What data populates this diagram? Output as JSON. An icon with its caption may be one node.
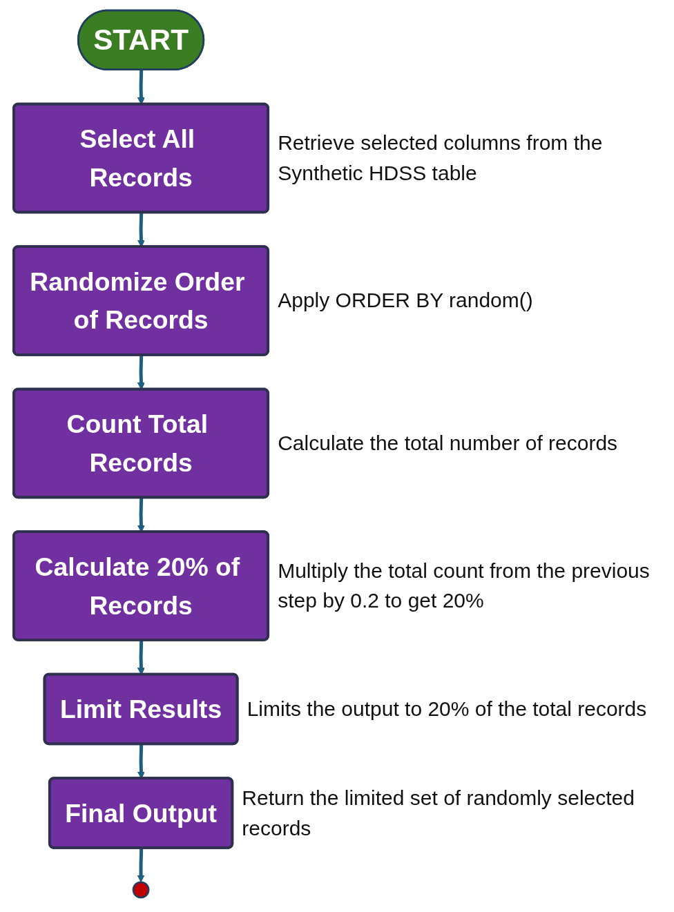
{
  "diagram": {
    "nodes": [
      {
        "text": [
          "START"
        ]
      },
      {
        "text": [
          "Select All Records"
        ],
        "beside": [
          "Retrieve selected columns from the Synthetic HDSS table"
        ]
      },
      {
        "text": [
          "Randomize Order of Records"
        ],
        "beside": [
          "Apply ORDER BY random()"
        ]
      },
      {
        "text": [
          "Count Total Records"
        ],
        "beside": [
          "Calculate the total number of records"
        ]
      },
      {
        "text": [
          "Calculate 20% of Records"
        ],
        "beside": [
          "Multiply the total count from the previous step by 0.2 to get 20%"
        ]
      },
      {
        "text": [
          "Limit Results"
        ],
        "beside": [
          "Limits the output to 20% of the total records"
        ]
      },
      {
        "text": [
          "Final Output"
        ],
        "beside": [
          "Return the limited set of randomly selected records"
        ]
      },
      {
        "text": [],
        "shape": "circle"
      }
    ],
    "edges": [
      {
        "from": 0,
        "to": 1,
        "arrow": "to"
      },
      {
        "from": 1,
        "to": 2,
        "arrow": "to"
      },
      {
        "from": 2,
        "to": 3,
        "arrow": "to"
      },
      {
        "from": 3,
        "to": 4,
        "arrow": "to"
      },
      {
        "from": 4,
        "to": 5,
        "arrow": "to"
      },
      {
        "from": 5,
        "to": 6,
        "arrow": "to"
      },
      {
        "from": 6,
        "to": 7,
        "arrow": "to"
      }
    ]
  }
}
